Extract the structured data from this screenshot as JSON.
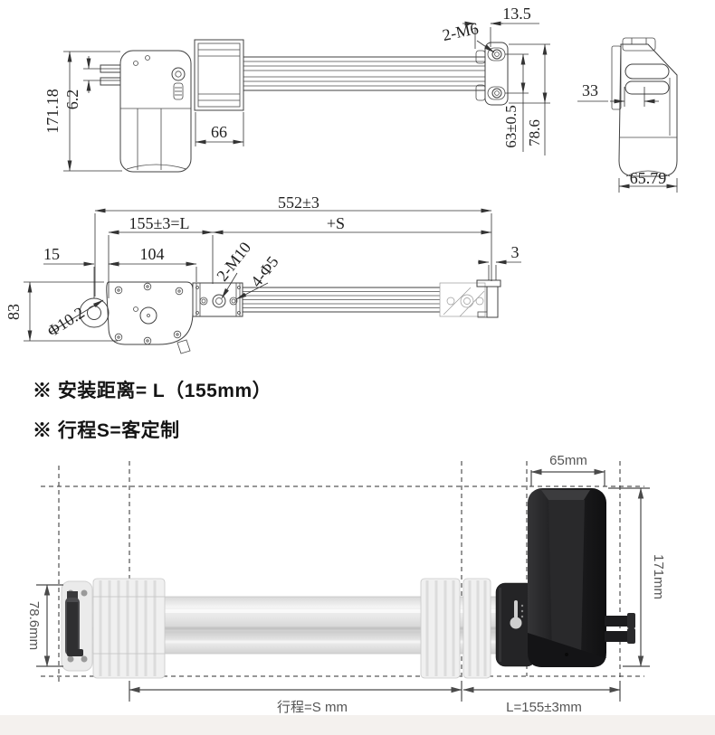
{
  "notes": {
    "line1": "※ 安装距离= L（155mm）",
    "line2": "※ 行程S=客定制"
  },
  "top_view": {
    "dims": {
      "overall_height": "171.18",
      "pin_gap": "6.2",
      "mount_block_width": "66",
      "hole_offset": "13.5",
      "thread_spec": "2-M6",
      "hole_spacing": "63±0.5",
      "plate_height": "78.6",
      "slot_width": "33",
      "body_depth": "65.79"
    }
  },
  "plan_view": {
    "dims": {
      "overall_length": "552±3",
      "install_distance": "155±3=L",
      "stroke": "+S",
      "front_offset": "15",
      "gearbox_length": "104",
      "thread_spec": "2-M10",
      "hole_spec": "4-Φ5",
      "eyelet_diameter": "Φ10.2",
      "body_width": "83",
      "plate_thickness": "3"
    }
  },
  "photo_view": {
    "dims": {
      "motor_width": "65mm",
      "motor_height": "171mm",
      "bracket_height": "78.6mm",
      "stroke_label": "行程=S mm",
      "install_label": "L=155±3mm"
    }
  },
  "colors": {
    "cad_line": "#404040",
    "dim_line": "#333333",
    "photo_dim": "#555555",
    "motor_black": "#1d1d1f",
    "tube_light": "#ededed",
    "footer_strip": "#f4f1ee"
  }
}
